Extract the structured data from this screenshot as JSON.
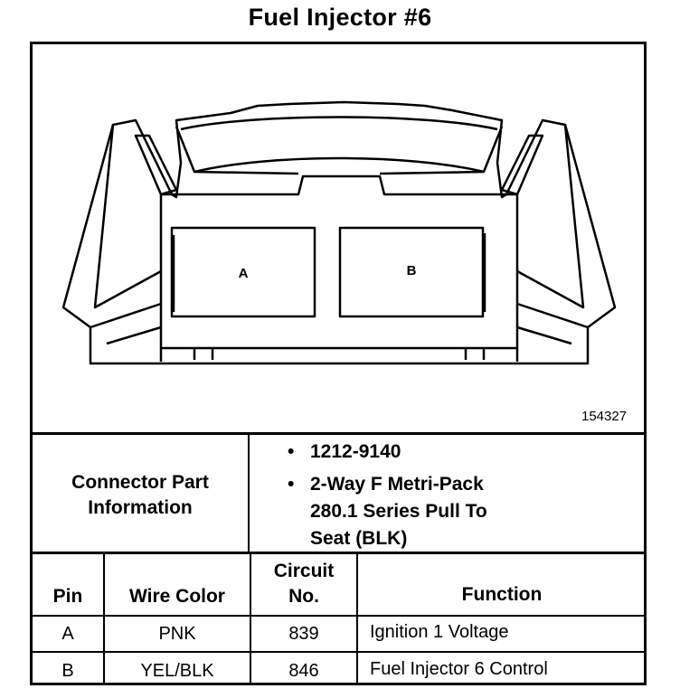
{
  "title": "Fuel Injector #6",
  "diagram": {
    "pin_labels": [
      "A",
      "B"
    ],
    "figure_id": "154327"
  },
  "connector_info": {
    "label_line1": "Connector Part",
    "label_line2": "Information",
    "part_number": "1212-9140",
    "description_lines": [
      "2-Way F Metri-Pack",
      "280.1 Series Pull To",
      "Seat (BLK)"
    ]
  },
  "table": {
    "headers": {
      "pin": "Pin",
      "wire_color": "Wire Color",
      "circuit_line1": "Circuit",
      "circuit_line2": "No.",
      "function": "Function"
    },
    "rows": [
      {
        "pin": "A",
        "wire_color": "PNK",
        "circuit": "839",
        "function": "Ignition 1 Voltage"
      },
      {
        "pin": "B",
        "wire_color": "YEL/BLK",
        "circuit": "846",
        "function": "Fuel Injector 6 Control"
      }
    ]
  }
}
